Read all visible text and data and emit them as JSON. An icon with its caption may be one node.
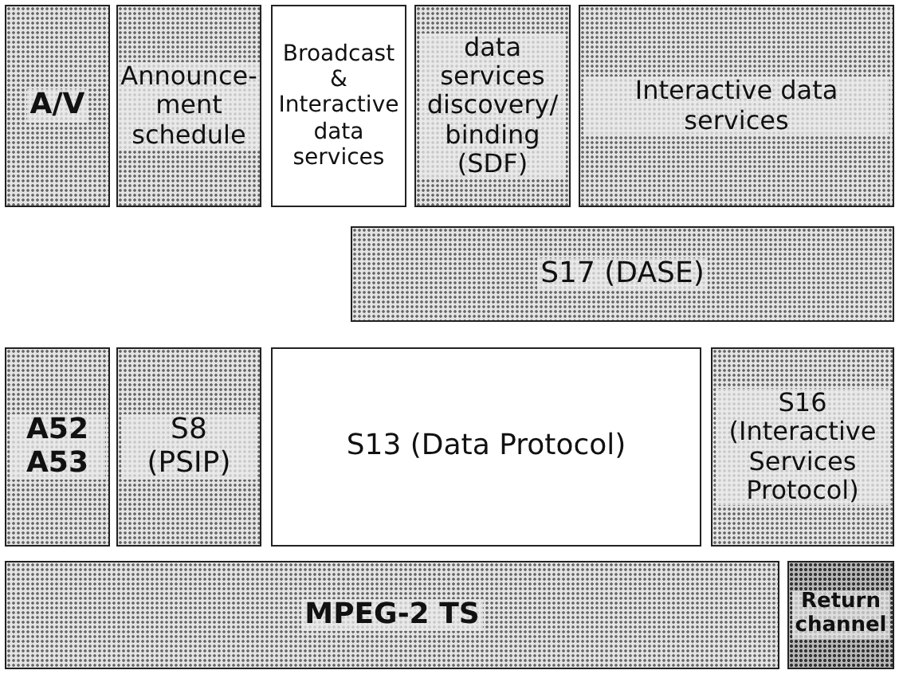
{
  "diagram": {
    "nodes": [
      {
        "text": [
          "A/V"
        ]
      },
      {
        "text": [
          "Announce-ment schedule"
        ]
      },
      {
        "text": [
          "Broadcast & Interactive data services"
        ]
      },
      {
        "text": [
          "data services discovery/ binding (SDF)"
        ]
      },
      {
        "text": [
          "Interactive data services"
        ]
      },
      {
        "text": [
          "S17 (DASE)"
        ]
      },
      {
        "text": [
          "A52 A53"
        ]
      },
      {
        "text": [
          "S8 (PSIP)"
        ]
      },
      {
        "text": [
          "S13 (Data Protocol)"
        ]
      },
      {
        "text": [
          "S16 (Interactive Services Protocol)"
        ]
      },
      {
        "text": [
          "MPEG-2 TS"
        ]
      },
      {
        "text": [
          "Return channel"
        ]
      }
    ]
  }
}
